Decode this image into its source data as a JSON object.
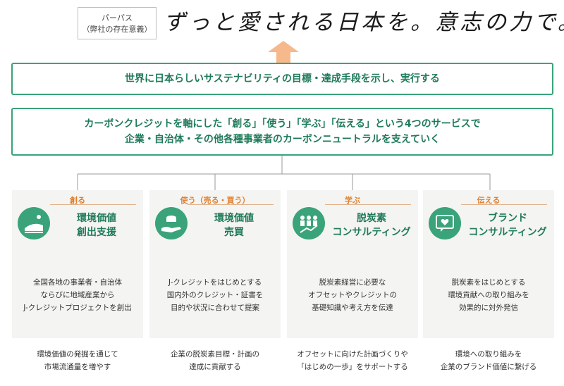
{
  "purpose": {
    "label": "パーパス",
    "sub": "（弊社の存在意義）"
  },
  "tagline": "ずっと愛される日本を。意志の力で。",
  "goal": "世界に日本らしいサステナビリティの目標・達成手段を示し、実行する",
  "mission": {
    "line1": "カーボンクレジットを軸にした「創る」「使う」「学ぶ」「伝える」という4つのサービスで",
    "line2": "企業・自治体・その他各種事業者のカーボンニュートラルを支えていく"
  },
  "colors": {
    "green": "#3aa37a",
    "dark_green": "#1f7a5a",
    "orange": "#e07f2c",
    "arrow": "#f6b98c",
    "card_bg": "#f4f4f2"
  },
  "cards": [
    {
      "tag": "創る",
      "icon": "landscape-icon",
      "title1": "環境価値",
      "title2": "創出支援",
      "desc1": "全国各地の事業者・自治体\nならびに地域産業から\nJ-クレジットプロジェクトを創出",
      "desc2": "環境価値の発掘を通じて\n市場流通量を増やす"
    },
    {
      "tag": "使う（売る・買う）",
      "icon": "hand-coins-icon",
      "title1": "環境価値",
      "title2": "売買",
      "desc1": "J-クレジットをはじめとする\n国内外のクレジット・証書を\n目的や状況に合わせて提案",
      "desc2": "企業の脱炭素目標・計画の\n達成に貢献する"
    },
    {
      "tag": "学ぶ",
      "icon": "people-growth-icon",
      "title1": "脱炭素",
      "title2": "コンサルティング",
      "desc1": "脱炭素経営に必要な\nオフセットやクレジットの\n基礎知識や考え方を伝達",
      "desc2": "オフセットに向けた計画づくりや\n「はじめの一歩」をサポートする"
    },
    {
      "tag": "伝える",
      "icon": "heart-message-icon",
      "title1": "ブランド",
      "title2": "コンサルティング",
      "desc1": "脱炭素をはじめとする\n環境貢献への取り組みを\n効果的に対外発信",
      "desc2": "環境への取り組みを\n企業のブランド価値に繋げる"
    }
  ]
}
